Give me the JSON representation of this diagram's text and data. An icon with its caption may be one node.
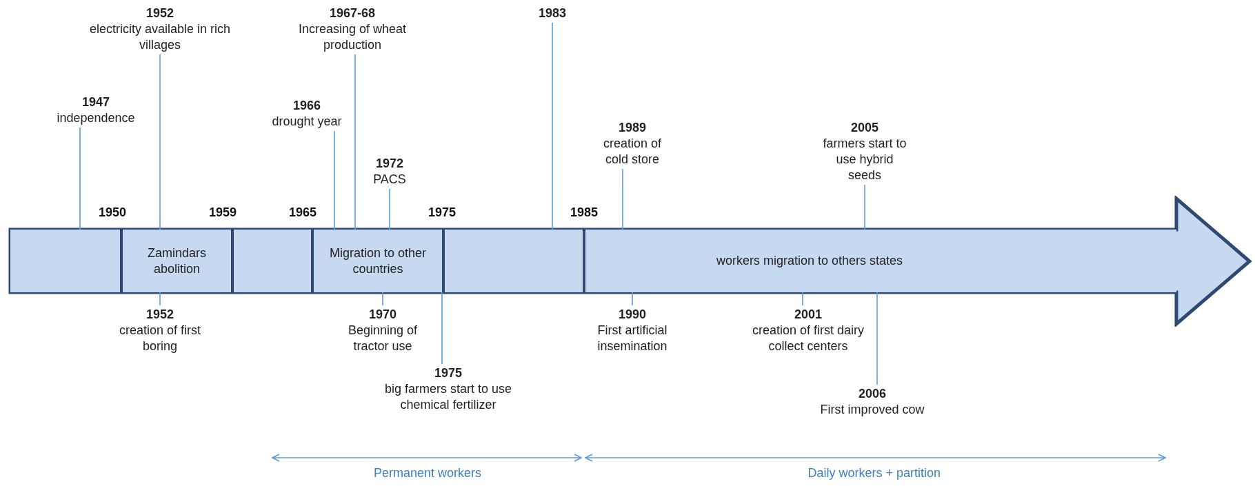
{
  "diagram": {
    "nodes": [
      {
        "text": [],
        "shape": "arrow"
      },
      {
        "text": [],
        "shape": "box",
        "in": 0
      },
      {
        "text": [
          "Zamindars abolition"
        ],
        "in": 0
      },
      {
        "text": [],
        "shape": "box",
        "in": 0
      },
      {
        "text": [
          "Migration to other countries"
        ],
        "in": 0
      },
      {
        "text": [],
        "shape": "box",
        "in": 0
      },
      {
        "text": [
          "workers migration to others states"
        ],
        "in": 0
      },
      {
        "text": [
          "1952",
          "electricity available in rich villages"
        ]
      },
      {
        "text": [
          "1967-68",
          "Increasing of wheat production"
        ]
      },
      {
        "text": [
          "1983"
        ]
      },
      {
        "text": [
          "1947",
          "independence"
        ]
      },
      {
        "text": [
          "1966",
          "drought year"
        ]
      },
      {
        "text": [
          "1989",
          "creation of cold store"
        ]
      },
      {
        "text": [
          "2005",
          "farmers start to use hybrid seeds"
        ]
      },
      {
        "text": [
          "1972",
          "PACS"
        ]
      },
      {
        "text": [
          "1952",
          "creation of first boring"
        ]
      },
      {
        "text": [
          "1970",
          "Beginning of tractor use"
        ]
      },
      {
        "text": [
          "1990",
          "First artificial insemination"
        ]
      },
      {
        "text": [
          "2001",
          "creation of first dairy collect centers"
        ]
      },
      {
        "text": [
          "1975",
          "big farmers start to use chemical fertilizer"
        ]
      },
      {
        "text": [
          "2006",
          "First improved cow"
        ]
      }
    ],
    "edges": [
      {
        "from": 7,
        "to": 2,
        "arrow": "none"
      },
      {
        "from": 8,
        "to": 4,
        "arrow": "none"
      },
      {
        "from": 9,
        "to": 5,
        "arrow": "none"
      },
      {
        "from": 10,
        "to": 1,
        "arrow": "none"
      },
      {
        "from": 11,
        "to": 4,
        "arrow": "none"
      },
      {
        "from": 12,
        "to": 6,
        "arrow": "none"
      },
      {
        "from": 13,
        "to": 6,
        "arrow": "none"
      },
      {
        "from": 14,
        "to": 4,
        "arrow": "none"
      },
      {
        "from": 15,
        "to": 2,
        "arrow": "none"
      },
      {
        "from": 16,
        "to": 4,
        "arrow": "none"
      },
      {
        "from": 17,
        "to": 6,
        "arrow": "none"
      },
      {
        "from": 18,
        "to": 6,
        "arrow": "none"
      },
      {
        "from": 19,
        "to": 5,
        "arrow": "none"
      },
      {
        "from": 20,
        "to": 6,
        "arrow": "none"
      }
    ],
    "labels": [
      "1950",
      "1959",
      "1965",
      "1975",
      "1985",
      "Permanent workers",
      "Daily workers + partition"
    ]
  }
}
